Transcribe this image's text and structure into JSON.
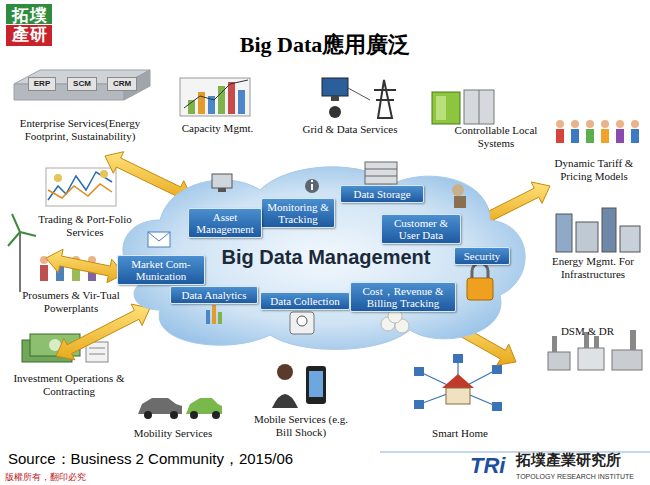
{
  "diagram": {
    "title": "Big Data應用廣泛",
    "nodes": [
      {
        "text": [
          "ERP"
        ]
      },
      {
        "text": [
          "SCM"
        ]
      },
      {
        "text": [
          "CRM"
        ]
      },
      {
        "text": [
          "Big Data Management"
        ]
      },
      {
        "text": [
          "Monitoring & Tracking"
        ],
        "in": 3
      },
      {
        "text": [
          "Data Storage"
        ],
        "in": 3
      },
      {
        "text": [
          "Asset Management"
        ],
        "in": 3
      },
      {
        "text": [
          "Customer & User Data"
        ],
        "in": 3
      },
      {
        "text": [
          "Security"
        ],
        "in": 3
      },
      {
        "text": [
          "Market Com-Munication"
        ],
        "in": 3
      },
      {
        "text": [
          "Data Analytics"
        ],
        "in": 3
      },
      {
        "text": [
          "Data Collection"
        ],
        "in": 3
      },
      {
        "text": [
          "Cost，Revenue & Billing Tracking"
        ],
        "in": 3
      }
    ],
    "labels": [
      "拓墣產研",
      "Enterprise Services(Energy Footprint, Sustainability)",
      "Capacity Mgmt.",
      "Grid & Data Services",
      "Controllable Local Systems",
      "Dynamic Tariff & Pricing Models",
      "Trading & Port-Folio Services",
      "Energy Mgmt. For Infrastructures",
      "Prosumers & Vir-Tual Powerplants",
      "DSM & DR",
      "Investment Operations & Contracting",
      "Mobility Services",
      "Mobile Services (e.g. Bill Shock)",
      "Smart Home",
      "Source：Business 2 Community，2015/06",
      "版權所有，翻印必究",
      "TRi",
      "拓墣產業研究所",
      "TOPOLOGY RESEARCH INSTITUTE"
    ]
  }
}
